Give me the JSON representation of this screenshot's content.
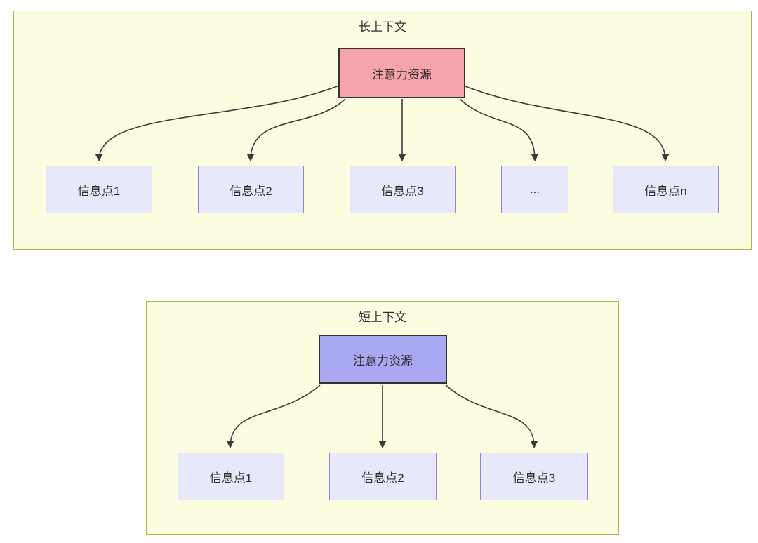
{
  "canvas": {
    "background": "#ffffff"
  },
  "colors": {
    "panel_fill": "#fcfce0",
    "panel_border": "#b5b342",
    "long_root_fill": "#f7a3ac",
    "short_root_fill": "#a8a9f1",
    "node_fill": "#e8e8fb",
    "node_border": "#9b7fd4",
    "root_border": "#333333",
    "edge_stroke": "#3a3a3a",
    "text": "#2f2f2f"
  },
  "diagrams": [
    {
      "title": "长上下文",
      "root_label": "注意力资源",
      "children": [
        {
          "label": "信息点1"
        },
        {
          "label": "信息点2"
        },
        {
          "label": "信息点3"
        },
        {
          "label": "..."
        },
        {
          "label": "信息点n"
        }
      ]
    },
    {
      "title": "短上下文",
      "root_label": "注意力资源",
      "children": [
        {
          "label": "信息点1"
        },
        {
          "label": "信息点2"
        },
        {
          "label": "信息点3"
        }
      ]
    }
  ]
}
